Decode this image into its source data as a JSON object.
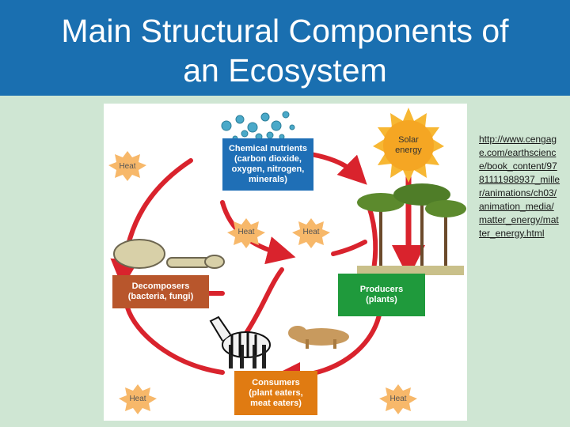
{
  "slide": {
    "title_line1": "Main Structural Components of",
    "title_line2": "an Ecosystem",
    "link_text": "http://www.cengage.com/earthscience/book_content/9781111988937_miller/animations/ch03/animation_media/matter_energy/matter_energy.htm",
    "link_tail": "l"
  },
  "diagram": {
    "chemical": {
      "line1": "Chemical nutrients",
      "line2": "(carbon dioxide,",
      "line3": "oxygen, nitrogen,",
      "line4": "minerals)"
    },
    "solar": {
      "line1": "Solar",
      "line2": "energy"
    },
    "producers": {
      "line1": "Producers",
      "line2": "(plants)"
    },
    "decomposers": {
      "line1": "Decomposers",
      "line2": "(bacteria, fungi)"
    },
    "consumers": {
      "line1": "Consumers",
      "line2": "(plant eaters,",
      "line3": "meat eaters)"
    },
    "heat_label": "Heat"
  },
  "colors": {
    "title_bar": "#1a6fb0",
    "background": "#cfe6d3",
    "chemical_box": "#1f6fb6",
    "producers_box": "#1f9a3c",
    "decomposers_box": "#b8562c",
    "consumers_box": "#e07b12",
    "arrow": "#d9232d",
    "sun": "#f5a623"
  }
}
